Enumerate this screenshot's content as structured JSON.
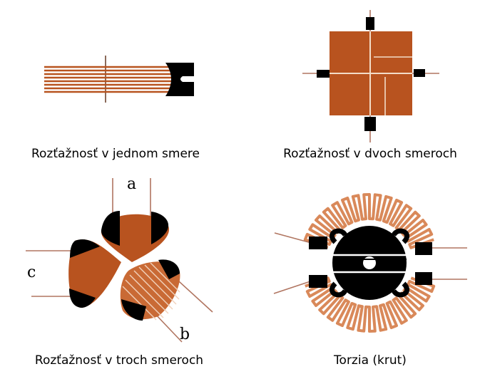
{
  "captions": {
    "one_direction": "Rozťažnosť v jednom smere",
    "two_directions": "Rozťažnosť v dvoch smeroch",
    "three_directions": "Rozťažnosť v troch smeroch",
    "torsion": "Torzia (krut)"
  },
  "labels": {
    "a": "a",
    "b": "b",
    "c": "c"
  },
  "colors": {
    "copper": "#b8531f",
    "copper_light": "#d9895a",
    "terminal": "#000000",
    "lead": "#b07560",
    "background": "#ffffff"
  }
}
